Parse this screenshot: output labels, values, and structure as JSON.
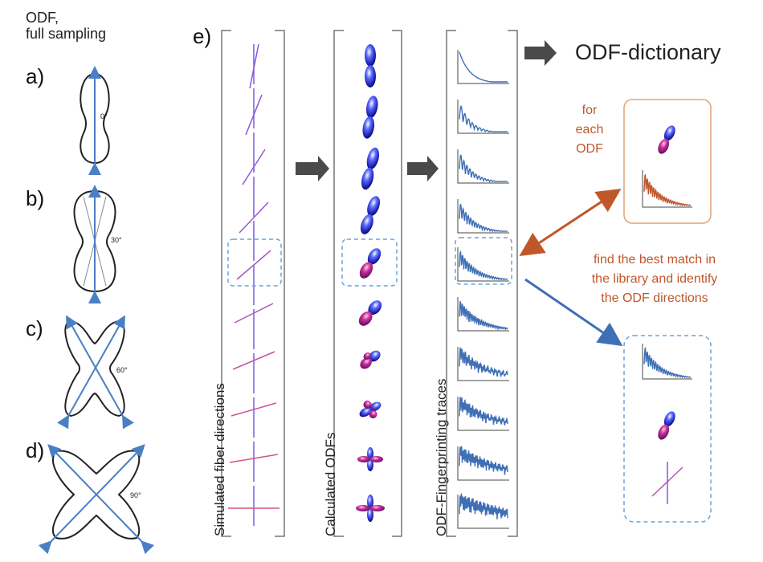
{
  "left_heading": {
    "line1": "ODF,",
    "line2": "full sampling"
  },
  "panels": [
    {
      "letter": "a)",
      "angle": "0°"
    },
    {
      "letter": "b)",
      "angle": "30°"
    },
    {
      "letter": "c)",
      "angle": "60°"
    },
    {
      "letter": "d)",
      "angle": "90°"
    }
  ],
  "panel_e": {
    "letter": "e)"
  },
  "columns": {
    "fiber": "Simulated fiber directions",
    "odfs": "Calculated ODFs",
    "traces": "ODF-Fingerprinting traces"
  },
  "dictionary_label": "ODF-dictionary",
  "for_each": [
    "for",
    "each",
    "ODF"
  ],
  "best_match": [
    "find the best match in",
    "the library and identify",
    "the ODF directions"
  ],
  "colors": {
    "outline": "#222222",
    "axis_blue": "#4a7fc4",
    "trace_blue": "#3f6fb5",
    "orange": "#c0572a",
    "dashed": "#6aa3d8",
    "arrow_gray": "#4a4a4a",
    "bracket": "#777777"
  }
}
